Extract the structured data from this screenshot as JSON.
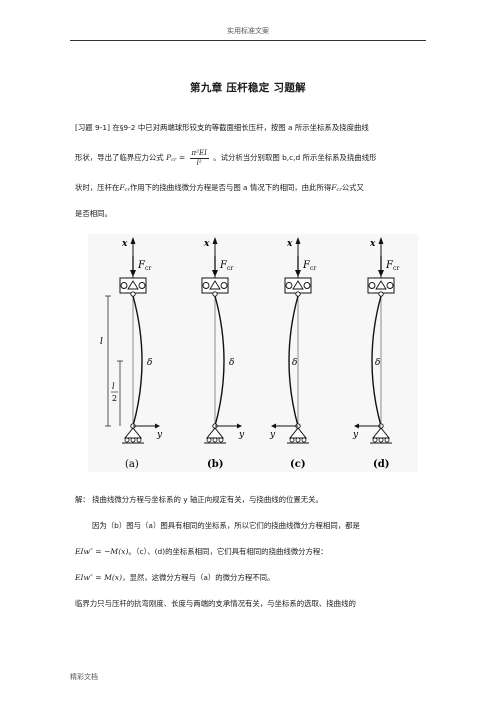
{
  "header": {
    "text": "实用标准文案"
  },
  "title": "第九章 压杆稳定 习题解",
  "problem": {
    "line1": "[习题 9-1] 在§9-2 中已对两端球形铰支的等截面细长压杆，按图 a 所示坐标系及挠度曲线",
    "line2_pre": "形状，导出了临界应力公式",
    "formula_lhs": "P",
    "formula_lhs_sub": "cr",
    "formula_eq": "=",
    "formula_num": "π²EI",
    "formula_den": "l²",
    "line2_post": "。试分析当分别取图 b,c,d 所示坐标系及挠曲线形",
    "line3_pre": "状时，压杆在",
    "F_symbol": "F",
    "F_sub": "cr",
    "line3_post": "作用下的挠曲线微分方程是否与图 a 情况下的相同，由此所得",
    "line3_tail": "公式又",
    "line4": "是否相同。"
  },
  "figure": {
    "force_label": "F",
    "force_sub": "cr",
    "axis_x": "x",
    "axis_y": "y",
    "delta": "δ",
    "length_l": "l",
    "length_half_num": "l",
    "length_half_den": "2",
    "captions": [
      "(a)",
      "(b)",
      "(c)",
      "(d)"
    ]
  },
  "solution": {
    "label": "解：",
    "line1": "挠曲线微分方程与坐标系的 y 轴正向规定有关，与挠曲线的位置无关。",
    "line2": "因为（b）图与（a）图具有相同的坐标系，所以它们的挠曲线微分方程相同，都是",
    "eq1": "EIw″ = −M(x)",
    "line3_post": "。（c）、(d)的坐标系相同，它们具有相同的挠曲线微分方程：",
    "eq2": "EIw″ = M(x)",
    "line4_post": "，显然，这微分方程与（a）的微分方程不同。",
    "line5": "临界力只与压杆的抗弯刚度、长度与两端的支承情况有关，与坐标系的选取、挠曲线的"
  },
  "footer": {
    "text": "精彩文档"
  }
}
